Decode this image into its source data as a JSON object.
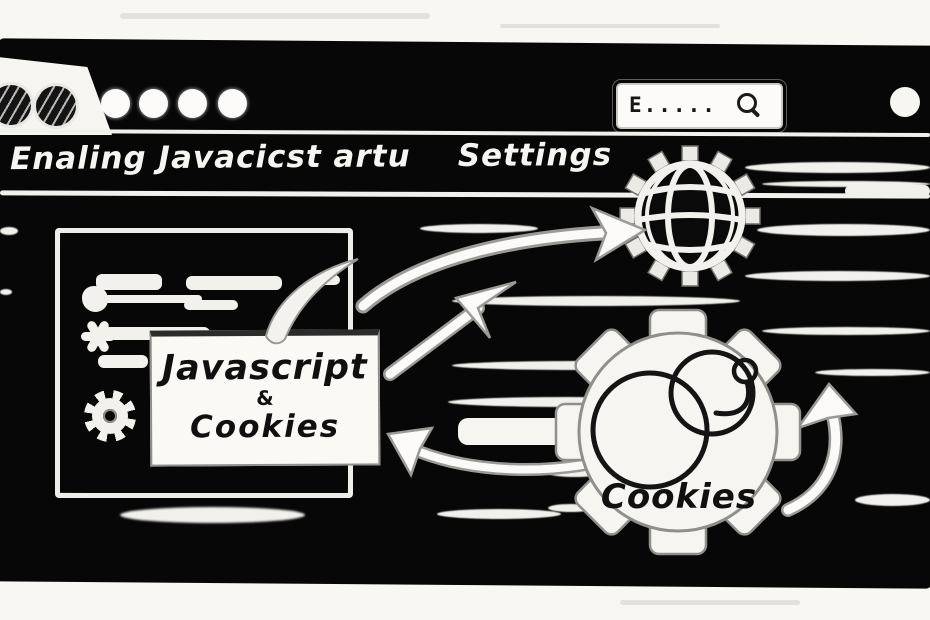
{
  "titlebar": {
    "search": {
      "value": "E.....",
      "icon": "magnifier-icon"
    },
    "window_dot_buttons": 4,
    "hatched_corner_buttons": 2
  },
  "menubar": {
    "title": "Enaling Javacicst artu    Settings"
  },
  "sidebar_panel": {
    "icons": [
      "blob-icon",
      "asterisk-icon",
      "gear-icon"
    ]
  },
  "card": {
    "line1": "Javascript",
    "line2": "&",
    "line3": "Cookies"
  },
  "cookie_gear": {
    "label": "Cookies",
    "icon": "cookie-circles-icon"
  },
  "globe": {
    "icon": "globe-gear-icon"
  },
  "colors": {
    "ink": "#070707",
    "paper": "#f8f7f4",
    "stroke_white": "#f1f0ec",
    "halo_gray": "#9a9a97"
  }
}
